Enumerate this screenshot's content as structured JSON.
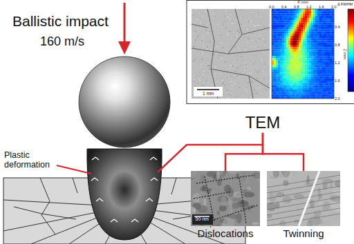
{
  "diagram": {
    "nodes": [
      {
        "text": [
          "TEM"
        ]
      },
      {
        "text": [
          "Dislocations"
        ]
      },
      {
        "text": [
          "Twinning"
        ]
      }
    ],
    "edges": [
      {
        "from": 0,
        "to": 1,
        "arrow": "none"
      },
      {
        "from": 0,
        "to": 2,
        "arrow": "none"
      }
    ],
    "labels": [
      "Ballistic impact",
      "160 m/s",
      "Plastic deformation",
      "X mm",
      "0.0",
      "0.4",
      "0.8",
      "1.2",
      "1.6",
      "2.0",
      "Z mm",
      "0.4",
      "0.8",
      "1.2",
      "1.6",
      "2.0",
      "1 mm",
      "Δ FWHM",
      "50 nm"
    ]
  }
}
